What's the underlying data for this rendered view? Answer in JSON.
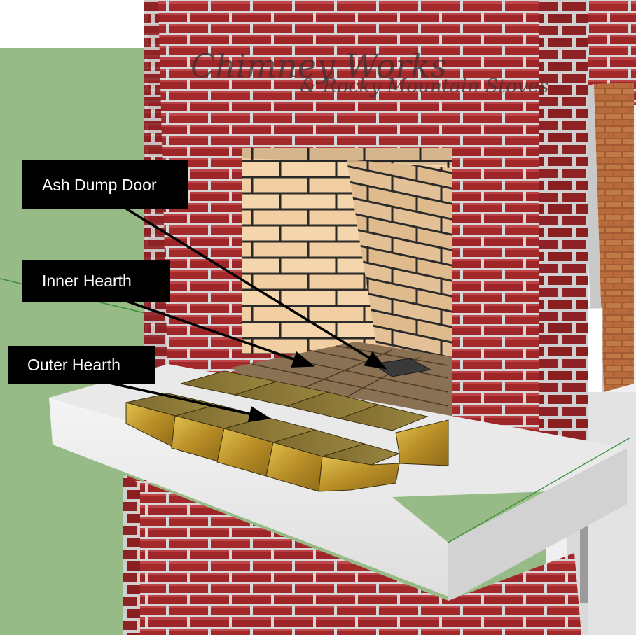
{
  "watermark": {
    "title": "Chimney Works",
    "subtitle": "& Rocky Mountain Stoves"
  },
  "callouts": {
    "ash_dump_door": "Ash Dump Door",
    "inner_hearth": "Inner Hearth",
    "outer_hearth": "Outer Hearth"
  },
  "colors": {
    "sky": "#ffffff",
    "grass": "#97bb86",
    "brick": "#a12a2b",
    "mortar": "#d8d8d8",
    "firebrick": "#f3d2a6",
    "inner_hearth": "#8d7458",
    "outer_hearth": "#c9a43a",
    "concrete": "#ececec",
    "callout_bg": "#000000",
    "callout_text": "#ffffff"
  }
}
